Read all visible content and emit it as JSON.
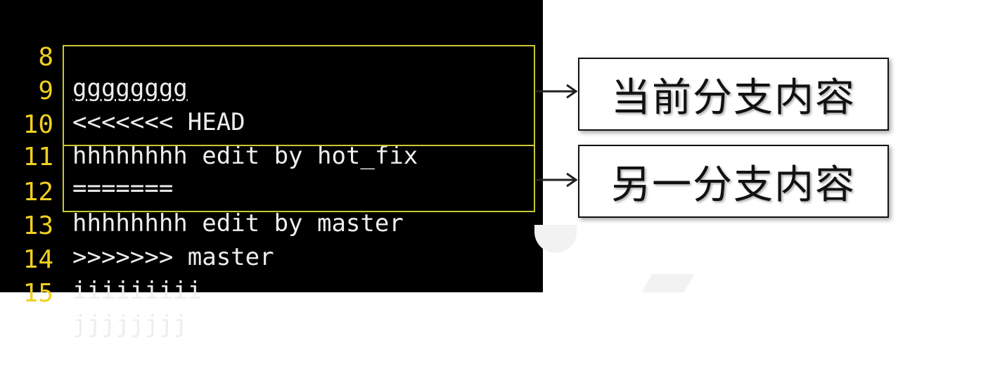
{
  "editor": {
    "lines": [
      {
        "number": "8",
        "text": "gggggggg"
      },
      {
        "number": "9",
        "text": "<<<<<<< HEAD"
      },
      {
        "number": "10",
        "text": "hhhhhhhh edit by hot_fix"
      },
      {
        "number": "11",
        "text": "======="
      },
      {
        "number": "12",
        "text": "hhhhhhhh edit by master"
      },
      {
        "number": "13",
        "text": ">>>>>>> master"
      },
      {
        "number": "14",
        "text": "iiiiiiiii"
      },
      {
        "number": "15",
        "text": "jjjjjjjj"
      }
    ]
  },
  "annotations": {
    "current_branch_label": "当前分支内容",
    "other_branch_label": "另一分支内容"
  },
  "colors": {
    "terminal_bg": "#000000",
    "line_number": "#f0d020",
    "code_text": "#eeeeee",
    "conflict_box_border": "#c8c832"
  }
}
